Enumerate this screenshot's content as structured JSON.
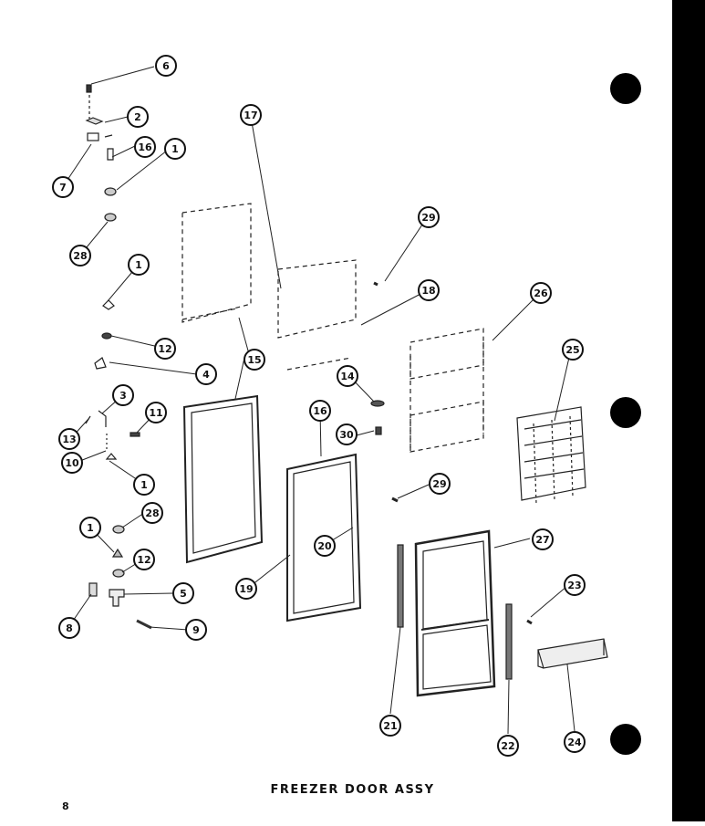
{
  "title": "FREEZER DOOR ASSY",
  "page_number": "8",
  "callouts": [
    "6",
    "2",
    "7",
    "16",
    "1",
    "28",
    "17",
    "29",
    "1",
    "18",
    "26",
    "12",
    "4",
    "15",
    "25",
    "14",
    "3",
    "11",
    "16",
    "13",
    "30",
    "10",
    "1",
    "29",
    "28",
    "1",
    "20",
    "27",
    "12",
    "19",
    "5",
    "23",
    "8",
    "9",
    "21",
    "22",
    "24"
  ],
  "colors": {
    "ink": "#111111",
    "paper": "#ffffff",
    "binder": "#000000"
  }
}
